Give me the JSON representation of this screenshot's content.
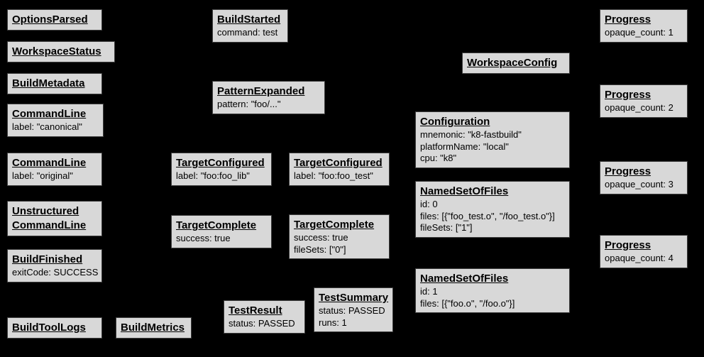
{
  "diagram": {
    "kind": "build-event-protocol-graph",
    "colors": {
      "background": "#000000",
      "node_fill": "#d8d8d8",
      "node_border": "#3f3f3f",
      "text": "#000000"
    }
  },
  "nodes": {
    "options_parsed": {
      "title": "OptionsParsed",
      "lines": []
    },
    "workspace_status": {
      "title": "WorkspaceStatus",
      "lines": []
    },
    "build_metadata": {
      "title": "BuildMetadata",
      "lines": []
    },
    "command_line_canonical": {
      "title": "CommandLine",
      "lines": [
        "label: \"canonical\""
      ]
    },
    "command_line_original": {
      "title": "CommandLine",
      "lines": [
        "label: \"original\""
      ]
    },
    "unstructured_command_line": {
      "title": "Unstructured\nCommandLine",
      "lines": []
    },
    "build_finished": {
      "title": "BuildFinished",
      "lines": [
        "exitCode: SUCCESS"
      ]
    },
    "build_tool_logs": {
      "title": "BuildToolLogs",
      "lines": []
    },
    "build_metrics": {
      "title": "BuildMetrics",
      "lines": []
    },
    "build_started": {
      "title": "BuildStarted",
      "lines": [
        "command: test"
      ]
    },
    "pattern_expanded": {
      "title": "PatternExpanded",
      "lines": [
        "pattern: \"foo/...\""
      ]
    },
    "target_configured_lib": {
      "title": "TargetConfigured",
      "lines": [
        "label: \"foo:foo_lib\""
      ]
    },
    "target_configured_test": {
      "title": "TargetConfigured",
      "lines": [
        "label: \"foo:foo_test\""
      ]
    },
    "target_complete_lib": {
      "title": "TargetComplete",
      "lines": [
        "success: true"
      ]
    },
    "target_complete_test": {
      "title": "TargetComplete",
      "lines": [
        "success: true",
        "fileSets: [\"0\"]"
      ]
    },
    "test_result": {
      "title": "TestResult",
      "lines": [
        "status: PASSED"
      ]
    },
    "test_summary": {
      "title": "TestSummary",
      "lines": [
        "status: PASSED",
        "runs: 1"
      ]
    },
    "workspace_config": {
      "title": "WorkspaceConfig",
      "lines": []
    },
    "configuration": {
      "title": "Configuration",
      "lines": [
        "mnemonic: \"k8-fastbuild\"",
        "platformName: \"local\"",
        "cpu: \"k8\""
      ]
    },
    "named_set_of_files_0": {
      "title": "NamedSetOfFiles",
      "lines": [
        "id: 0",
        "files: [{\"foo_test.o\", \"/foo_test.o\"}]",
        "fileSets: [\"1\"]"
      ]
    },
    "named_set_of_files_1": {
      "title": "NamedSetOfFiles",
      "lines": [
        "id: 1",
        "files: [{\"foo.o\", \"/foo.o\"}]"
      ]
    },
    "progress_1": {
      "title": "Progress",
      "lines": [
        "opaque_count: 1"
      ]
    },
    "progress_2": {
      "title": "Progress",
      "lines": [
        "opaque_count: 2"
      ]
    },
    "progress_3": {
      "title": "Progress",
      "lines": [
        "opaque_count: 3"
      ]
    },
    "progress_4": {
      "title": "Progress",
      "lines": [
        "opaque_count: 4"
      ]
    }
  }
}
